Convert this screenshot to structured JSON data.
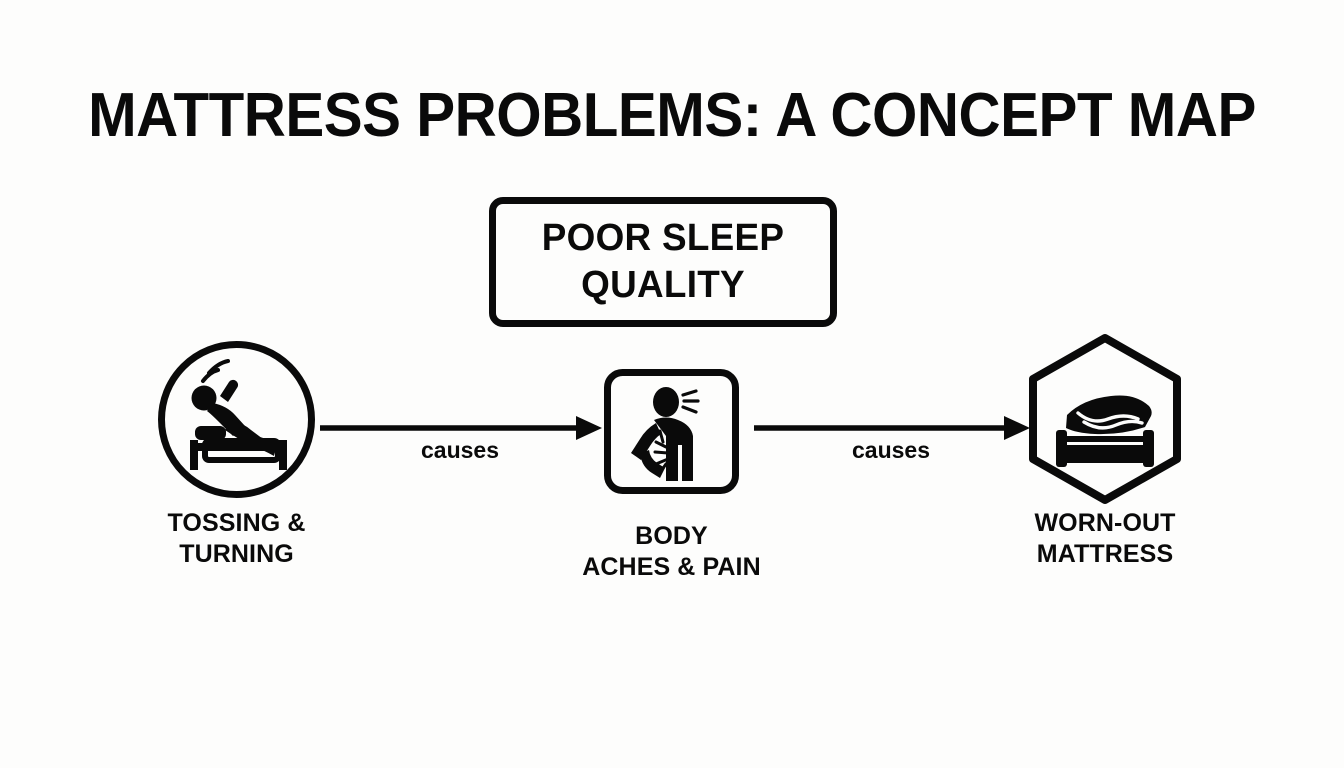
{
  "page": {
    "title": "MATTRESS PROBLEMS: A CONCEPT MAP",
    "background_color": "#fdfdfc",
    "ink_color": "#0a0a0a"
  },
  "concept_box": {
    "label": "POOR SLEEP\nQUALITY",
    "line1": "POOR SLEEP",
    "line2": "QUALITY",
    "shape": "rounded-rectangle"
  },
  "nodes": [
    {
      "id": "tossing-turning",
      "label": "TOSSING &\nTURNING",
      "line1": "TOSSING &",
      "line2": "TURNING",
      "shape": "circle",
      "icon": "person-tossing-in-bed-icon"
    },
    {
      "id": "body-aches-pain",
      "label": "BODY\nACHES & PAIN",
      "line1": "BODY",
      "line2": "ACHES & PAIN",
      "shape": "rounded-square",
      "icon": "person-back-pain-icon"
    },
    {
      "id": "worn-out-mattress",
      "label": "WORN-OUT\nMATTRESS",
      "line1": "WORN-OUT",
      "line2": "MATTRESS",
      "shape": "hexagon",
      "icon": "sagging-mattress-bed-icon"
    }
  ],
  "edges": [
    {
      "id": "edge-1",
      "label": "causes",
      "from": "tossing-turning",
      "to": "body-aches-pain",
      "direction": "right"
    },
    {
      "id": "edge-2",
      "label": "causes",
      "from": "body-aches-pain",
      "to": "worn-out-mattress",
      "direction": "right"
    }
  ]
}
